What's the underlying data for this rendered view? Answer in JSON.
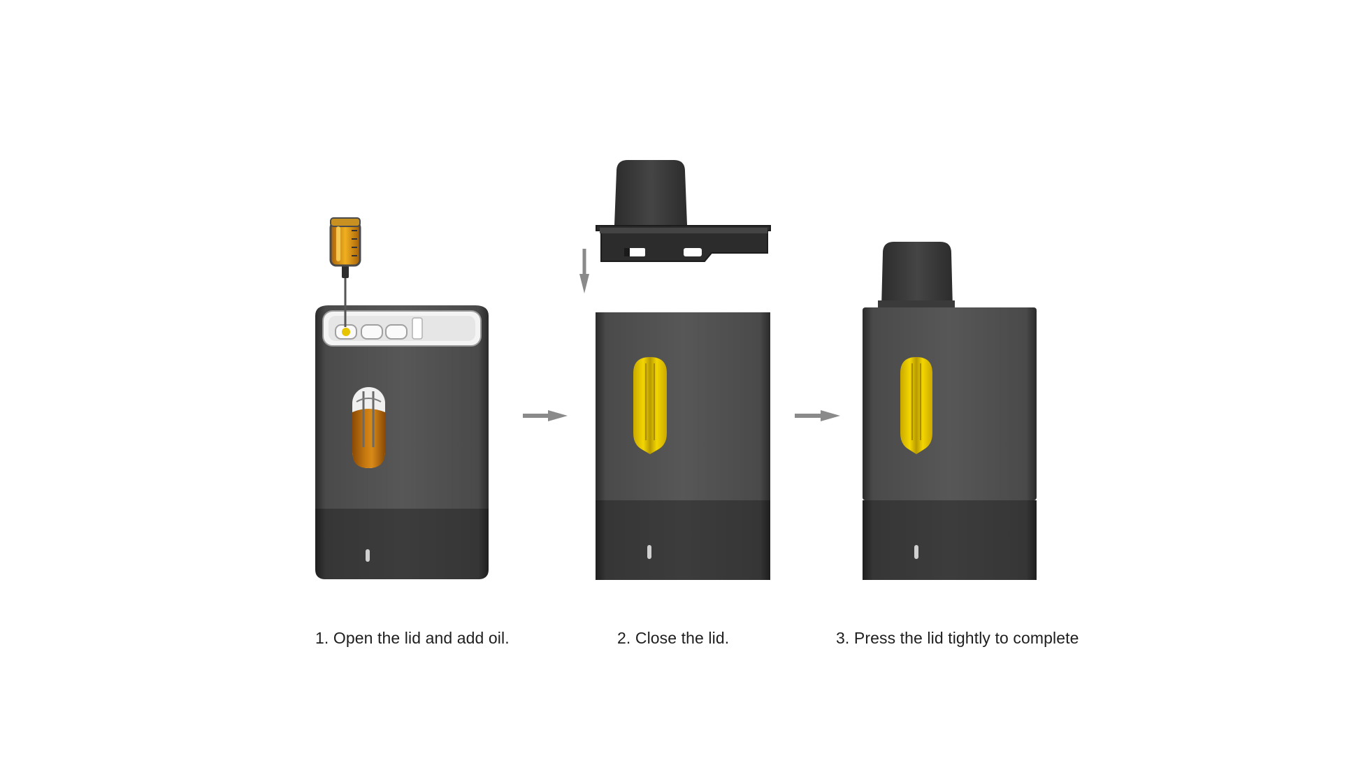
{
  "steps": [
    {
      "label": "1. Open the lid and add oil."
    },
    {
      "label": "2. Close the lid."
    },
    {
      "label": "3. Press the lid tightly to complete"
    }
  ],
  "colors": {
    "background": "#ffffff",
    "device_top": "#505050",
    "device_bottom": "#333333",
    "mouthpiece": "#3a3a3a",
    "oil_window": "#e8c800",
    "oil_amber": "#b86a08",
    "arrow": "#8a8a8a",
    "caption_text": "#1e1e1e"
  }
}
